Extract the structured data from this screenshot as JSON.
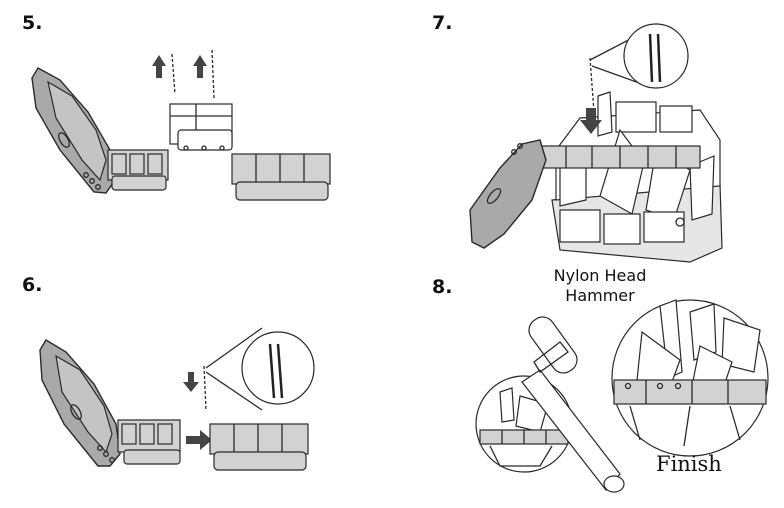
{
  "steps": [
    {
      "number": "5."
    },
    {
      "number": "6."
    },
    {
      "number": "7."
    },
    {
      "number": "8."
    }
  ],
  "step8": {
    "tool_label_line1": "Nylon Head",
    "tool_label_line2": "Hammer",
    "finish_label": "Finish"
  },
  "colors": {
    "line": "#2a2a2a",
    "case": "#a9a9a9",
    "link": "#d2d2d2",
    "arrow": "#444444"
  }
}
